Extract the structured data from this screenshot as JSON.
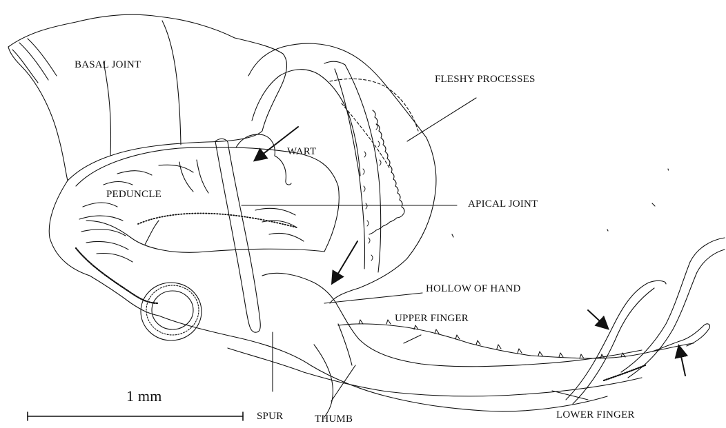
{
  "labels": {
    "basal_joint": "BASAL JOINT",
    "fleshy_processes": "FLESHY PROCESSES",
    "wart": "WART",
    "peduncle": "PEDUNCLE",
    "apical_joint": "APICAL JOINT",
    "hollow_of_hand": "HOLLOW OF HAND",
    "upper_finger": "UPPER FINGER",
    "lower_finger": "LOWER FINGER",
    "spur": "SPUR",
    "thumb": "THUMB"
  },
  "scale_bar": {
    "label": "1 mm"
  },
  "colors": {
    "ink": "#111111",
    "background": "#ffffff"
  }
}
